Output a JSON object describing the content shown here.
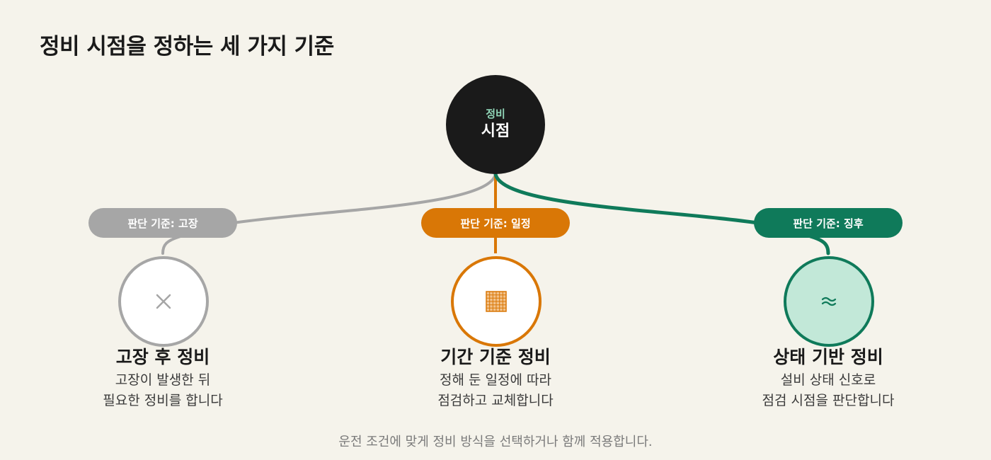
{
  "title": "정비 시점을 정하는 세 가지 기준",
  "hub": {
    "small_label": "정비",
    "big_label": "시점",
    "fill_color": "#1a1a1a",
    "small_label_color": "#8fd4b6"
  },
  "branches": [
    {
      "criterion": "판단 기준: 고장",
      "icon": "x-mark-icon",
      "heading": "고장 후 정비",
      "desc_lines": [
        "고장이 발생한 뒤",
        "필요한 정비를 합니다"
      ],
      "color": "#a6a6a6",
      "circle_fill": "#ffffff"
    },
    {
      "criterion": "판단 기준: 일정",
      "icon": "calendar-grid-icon",
      "heading": "기간 기준 정비",
      "desc_lines": [
        "정해 둔 일정에 따라",
        "점검하고 교체합니다"
      ],
      "color": "#d97706",
      "circle_fill": "#ffffff"
    },
    {
      "criterion": "판단 기준: 징후",
      "icon": "approx-wave-icon",
      "heading": "상태 기반 정비",
      "desc_lines": [
        "설비 상태 신호로",
        "점검 시점을 판단합니다"
      ],
      "color": "#0f7a5a",
      "circle_fill": "#c2e8d8"
    }
  ],
  "footer": "운전 조건에 맞게 정비 방식을 선택하거나 함께 적용합니다."
}
